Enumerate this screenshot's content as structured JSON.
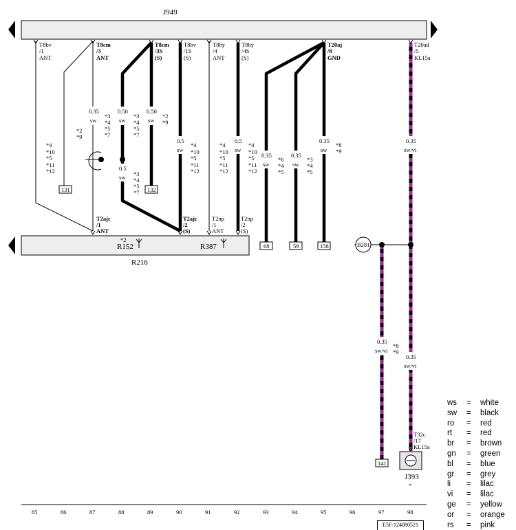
{
  "diagram": {
    "top_component": "J949",
    "bottom_component": "R216",
    "antenna_1": "R152",
    "antenna_1_marker": "*2",
    "antenna_2": "R387",
    "ground_point": "B281",
    "bottom_right_component": "J393",
    "bottom_right_marker": "*",
    "doc_id": "E5F-124080521"
  },
  "connectors_top": [
    {
      "lines": [
        "T8bv",
        "/1",
        "ANT"
      ],
      "bold": false
    },
    {
      "lines": [
        "T8cm",
        "/3",
        "ANT"
      ],
      "bold": true
    },
    {
      "lines": [
        "T8cm",
        "/3S",
        "(S)"
      ],
      "bold": true
    },
    {
      "lines": [
        "T8bv",
        "/1S",
        "(S)"
      ],
      "bold": false
    },
    {
      "lines": [
        "T8by",
        "/4",
        "ANT"
      ],
      "bold": false
    },
    {
      "lines": [
        "T8by",
        "/4S",
        "(S)"
      ],
      "bold": false
    },
    {
      "lines": [
        "T20aj",
        "/8",
        "GND"
      ],
      "bold": true
    },
    {
      "lines": [
        "T20ad",
        "/5",
        "KL15a"
      ],
      "bold": false
    }
  ],
  "connectors_bottom": [
    {
      "lines": [
        "T2ajc",
        "/1",
        "ANT"
      ],
      "bold": true
    },
    {
      "lines": [
        "T2ajc",
        "/2",
        "(S)"
      ],
      "bold": true
    },
    {
      "lines": [
        "T2np",
        "/1",
        "ANT"
      ],
      "bold": false
    },
    {
      "lines": [
        "T2np",
        "/2",
        "(S)"
      ],
      "bold": false
    },
    {
      "lines": [
        "T32c",
        "/17",
        "KL15a"
      ],
      "bold": false
    }
  ],
  "wires": [
    {
      "size": "0.35",
      "color": "sw"
    },
    {
      "size": "0.50",
      "color": "sw"
    },
    {
      "size": "0.50",
      "color": "sw"
    },
    {
      "size": "0.5",
      "color": "sw"
    },
    {
      "size": "0.5",
      "color": "sw"
    },
    {
      "size": "0.5",
      "color": "sw"
    },
    {
      "size": "0.35",
      "color": "sw"
    },
    {
      "size": "0.35",
      "color": "sw"
    },
    {
      "size": "0.35",
      "color": "sw"
    },
    {
      "size": "0.35",
      "color": "sw/vi"
    },
    {
      "size": "0.35",
      "color": "sw/vi"
    },
    {
      "size": "0.35",
      "color": "sw/vi"
    }
  ],
  "footnote_groups": [
    [
      "*4",
      "*10",
      "*5",
      "*11",
      "*12"
    ],
    [
      "*2",
      "*9"
    ],
    [
      "*3",
      "*4",
      "*5",
      "*7"
    ],
    [
      "*3",
      "*4",
      "*5",
      "*7"
    ],
    [
      "*3",
      "*4",
      "*5",
      "*7"
    ],
    [
      "*2",
      "*9"
    ],
    [
      "*4",
      "*10",
      "*5",
      "*11",
      "*12"
    ],
    [
      "*4",
      "*10",
      "*5",
      "*11",
      "*12"
    ],
    [
      "*4",
      "*10",
      "*5",
      "*11",
      "*12"
    ],
    [
      "*6",
      "*4",
      "*5"
    ],
    [
      "*3",
      "*4",
      "*5"
    ],
    [
      "*8",
      "*9"
    ],
    [
      "*8",
      "*9"
    ]
  ],
  "refs": [
    "131",
    "132",
    "68",
    "59",
    "158",
    "141"
  ],
  "columns": [
    "85",
    "86",
    "87",
    "88",
    "89",
    "90",
    "91",
    "92",
    "93",
    "94",
    "95",
    "96",
    "97",
    "98"
  ],
  "legend": [
    {
      "abbr": "ws",
      "name": "white"
    },
    {
      "abbr": "sw",
      "name": "black"
    },
    {
      "abbr": "ro",
      "name": "red"
    },
    {
      "abbr": "rt",
      "name": "red"
    },
    {
      "abbr": "br",
      "name": "brown"
    },
    {
      "abbr": "gn",
      "name": "green"
    },
    {
      "abbr": "bl",
      "name": "blue"
    },
    {
      "abbr": "gr",
      "name": "grey"
    },
    {
      "abbr": "li",
      "name": "lilac"
    },
    {
      "abbr": "vi",
      "name": "lilac"
    },
    {
      "abbr": "ge",
      "name": "yellow"
    },
    {
      "abbr": "or",
      "name": "orange"
    },
    {
      "abbr": "rs",
      "name": "pink"
    }
  ],
  "colors": {
    "black": "#000000",
    "violet": "#a0289a",
    "bar": "#eeeeee"
  }
}
